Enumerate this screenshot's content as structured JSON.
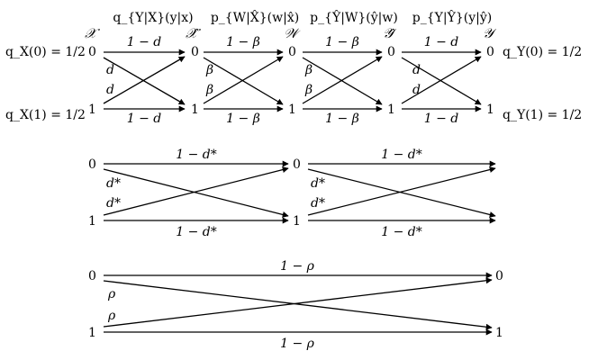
{
  "stage1": {
    "channel_labels": [
      "q_{Y|X}(y|x)",
      "p_{W|X̂}(w|x̂)",
      "p_{Ŷ|W}(ŷ|w)",
      "p_{Y|Ŷ}(y|ŷ)"
    ],
    "alphabets": [
      "𝒳",
      "𝒳̂",
      "𝒲",
      "𝒴̂",
      "𝒴"
    ],
    "node_values": [
      "0",
      "1"
    ],
    "straight_labels": [
      "1 − d",
      "1 − β",
      "1 − β",
      "1 − d"
    ],
    "cross_labels": [
      "d",
      "β",
      "β",
      "d"
    ],
    "left_prob_0": "q_X(0) = 1/2",
    "left_prob_1": "q_X(1) = 1/2",
    "right_prob_0": "q_Y(0) = 1/2",
    "right_prob_1": "q_Y(1) = 1/2"
  },
  "stage2": {
    "node_values": [
      "0",
      "1"
    ],
    "straight_label": "1 − d*",
    "cross_label": "d*"
  },
  "stage3": {
    "node_values": [
      "0",
      "1"
    ],
    "straight_label": "1 − ρ",
    "cross_label": "ρ"
  }
}
